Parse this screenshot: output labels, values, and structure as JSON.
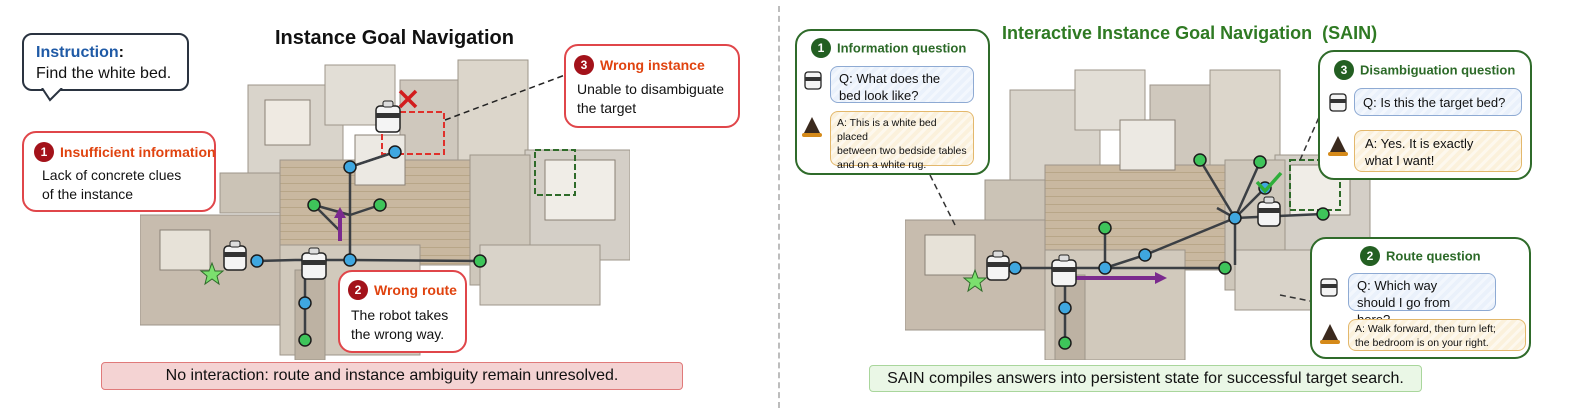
{
  "left": {
    "title": "Instance Goal Navigation",
    "instruction": {
      "label": "Instruction",
      "colon": ":",
      "text": "Find the white bed."
    },
    "callouts": [
      {
        "num": "1",
        "title": "Insufficient information",
        "body1": "Lack of concrete clues",
        "body2": "of the instance"
      },
      {
        "num": "2",
        "title": "Wrong route",
        "body1": "The robot takes",
        "body2": "the wrong way."
      },
      {
        "num": "3",
        "title": "Wrong instance",
        "body1": "Unable to disambiguate",
        "body2": "the target"
      }
    ],
    "banner": "No interaction: route and instance ambiguity remain unresolved."
  },
  "right": {
    "title": "Interactive Instance Goal Navigation  (SAIN)",
    "callouts": [
      {
        "num": "1",
        "title": "Information question",
        "q1": "Q: What does the",
        "q2": "bed look like?",
        "a1": "A: This is a white bed placed",
        "a2": "between two bedside tables",
        "a3": "and on a white rug."
      },
      {
        "num": "2",
        "title": "Route question",
        "q1": "Q:  Which way",
        "q2": "should I go from here?",
        "a1": "A: Walk forward, then turn left;",
        "a2": "the bedroom is on your right."
      },
      {
        "num": "3",
        "title": "Disambiguation question",
        "q1": "Q: Is this the target bed?",
        "a1": "A: Yes. It is exactly",
        "a2": "what I want!"
      }
    ],
    "banner": "SAIN compiles answers into persistent state for successful target search."
  },
  "colors": {
    "error_red": "#e0464a",
    "heading_red": "#e0430f",
    "success_green": "#2f6b2a",
    "node_blue": "#3fa7e0",
    "node_green": "#3ec45a",
    "route_purple": "#7b2a8e",
    "instruction_blue": "#1f5aa6"
  }
}
